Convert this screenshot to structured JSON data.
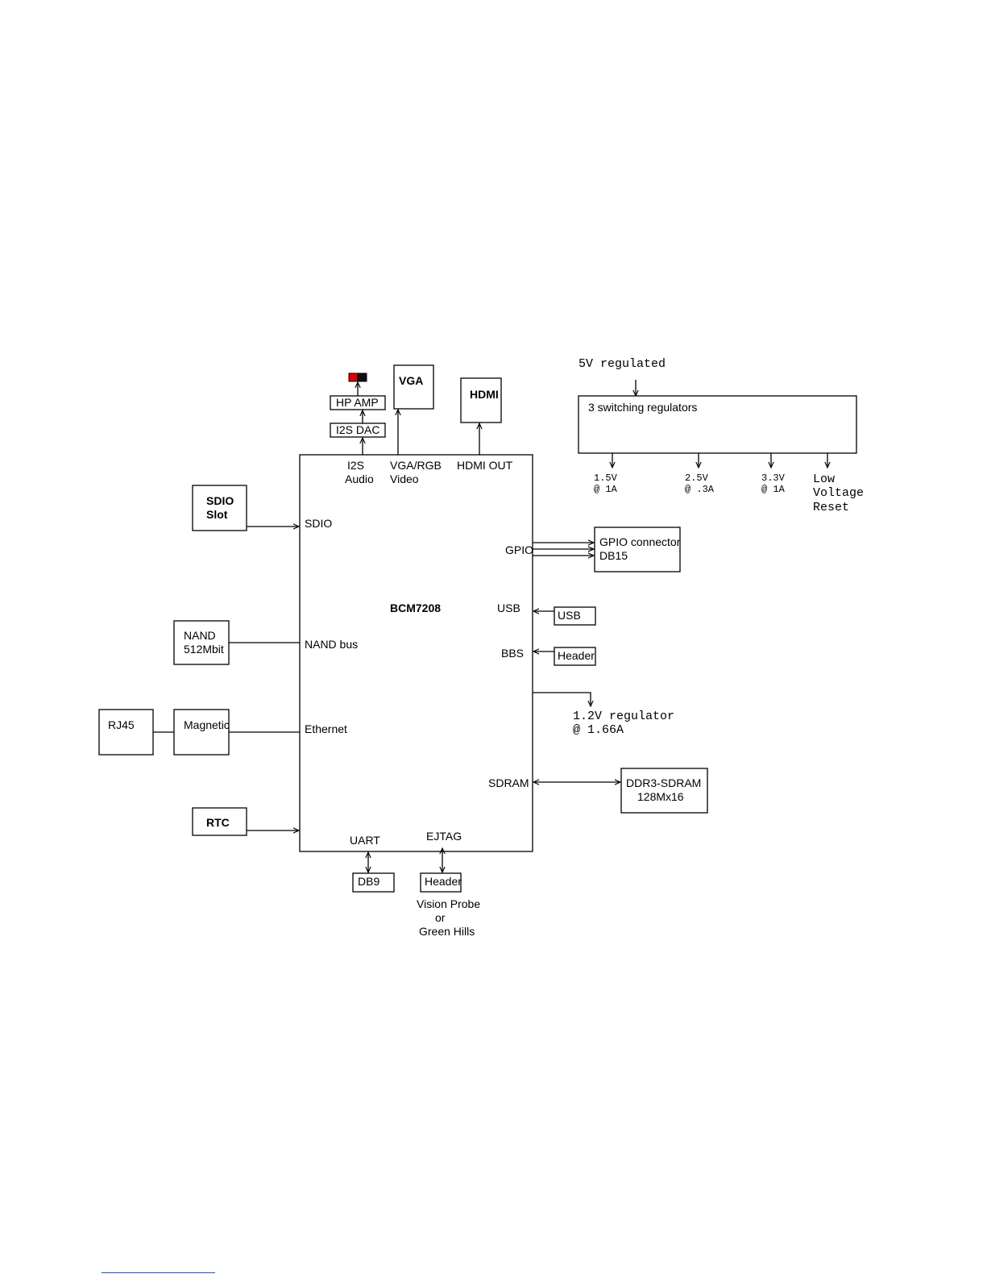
{
  "soc": {
    "name": "BCM7208",
    "pins": {
      "i2s": "I2S",
      "audio": "Audio",
      "vga_rgb": "VGA/RGB",
      "video": "Video",
      "hdmi_out": "HDMI OUT",
      "sdio": "SDIO",
      "gpio": "GPIO",
      "usb": "USB",
      "bbs": "BBS",
      "nand_bus": "NAND bus",
      "ethernet": "Ethernet",
      "sdram": "SDRAM",
      "uart": "UART",
      "ejtag": "EJTAG"
    }
  },
  "blocks": {
    "vga": "VGA",
    "hdmi": "HDMI",
    "hp_amp": "HP AMP",
    "i2s_dac": "I2S DAC",
    "sdio_slot_1": "SDIO",
    "sdio_slot_2": "Slot",
    "nand_1": "NAND",
    "nand_2": "512Mbit",
    "rj45": "RJ45",
    "magnetic": "Magnetic",
    "rtc": "RTC",
    "gpio_connector_1": "GPIO connector",
    "gpio_connector_2": "DB15",
    "usb": "USB",
    "header_bbs": "Header",
    "ddr3_1": "DDR3-SDRAM",
    "ddr3_2": "128Mx16",
    "db9": "DB9",
    "header_ejtag": "Header",
    "probe_1": "Vision Probe",
    "probe_2": "or",
    "probe_3": "Green Hills"
  },
  "power": {
    "input": "5V regulated",
    "regulators": "3 switching regulators",
    "out_15_v": "1.5V",
    "out_15_a": "@ 1A",
    "out_25_v": "2.5V",
    "out_25_a": "@ .3A",
    "out_33_v": "3.3V",
    "out_33_a": "@ 1A",
    "lvr_1": "Low",
    "lvr_2": "Voltage",
    "lvr_3": "Reset",
    "core_1": "1.2V regulator",
    "core_2": "@ 1.66A"
  },
  "colors": {
    "audio_jack_left": "#e00000",
    "audio_jack_right": "#111111",
    "footer_rule": "#1f4fd6"
  }
}
